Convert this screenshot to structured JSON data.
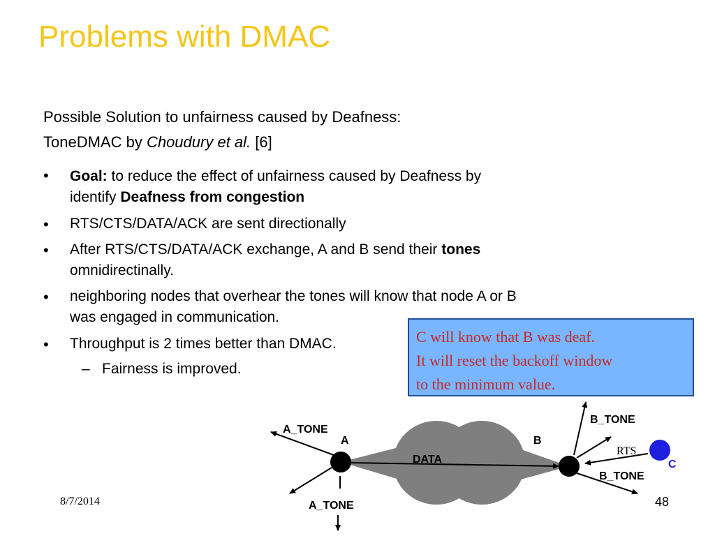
{
  "slide": {
    "title": "Problems with DMAC",
    "intro_line1": "Possible Solution to unfairness caused by Deafness:",
    "intro_line2": {
      "prefix": "ToneDMAC by ",
      "author": "Choudury et al.",
      "ref": " [6]"
    },
    "bullets": [
      {
        "symbol": "•",
        "goal_label": "Goal:",
        "goal_text_1": " to reduce the effect of unfairness caused by Deafness by",
        "goal_text_2": "identify ",
        "goal_bold": "Deafness from congestion"
      },
      {
        "symbol": "•",
        "text": "RTS/CTS/DATA/ACK are sent directionally"
      },
      {
        "symbol": "•",
        "text_1": "After RTS/CTS/DATA/ACK exchange, A and B send their ",
        "bold": "tones",
        "text_2": "omnidirectinally."
      },
      {
        "symbol": "•",
        "text_1": "neighboring nodes that overhear the tones will know that node A or B",
        "text_2": "was engaged in communication."
      },
      {
        "symbol": "•",
        "text": "Throughput is 2 times better than DMAC."
      }
    ],
    "sub_bullet": {
      "symbol": "–",
      "text": "Fairness is improved."
    },
    "callout": {
      "line1": "C will know that B was deaf.",
      "line2": "It will reset the backoff window",
      "line3": "to the minimum value."
    },
    "diagram": {
      "label_a_tone_top": "A_TONE",
      "label_a": "A",
      "label_b": "B",
      "label_b_tone_top": "B_TONE",
      "label_rts": "RTS",
      "label_c": "C",
      "label_data": "DATA",
      "label_b_tone_bottom": "B_TONE",
      "label_a_tone_bottom": "A_TONE",
      "colors": {
        "cloud": "#7f7f7f",
        "node": "#000000",
        "node_c": "#1f1fe0",
        "label_c": "#1f1fe0"
      }
    },
    "footer": {
      "date": "8/7/2014",
      "page": "48"
    }
  }
}
